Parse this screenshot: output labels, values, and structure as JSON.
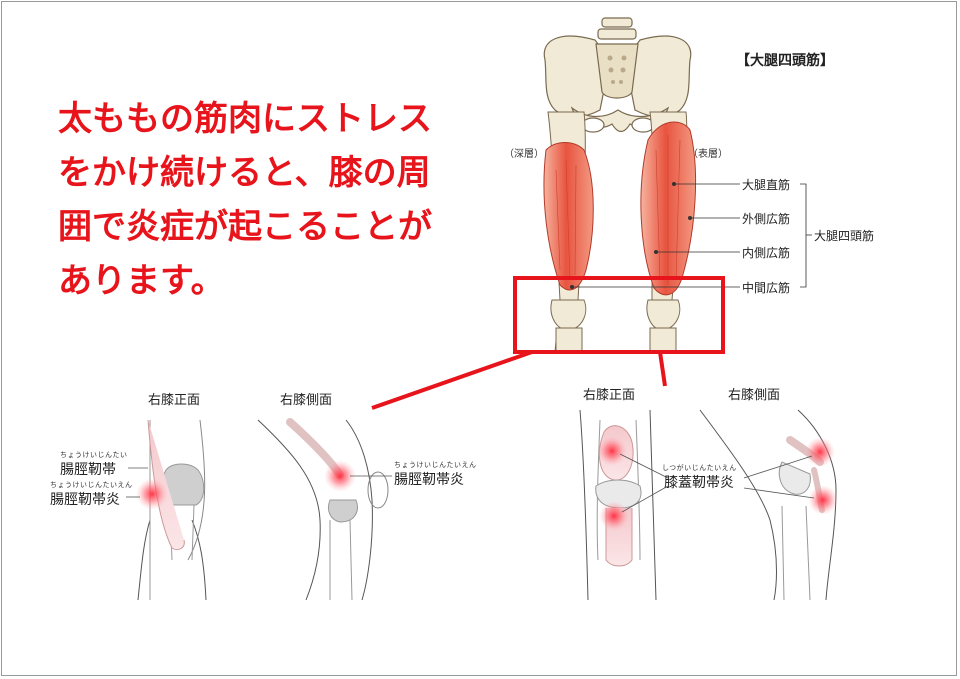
{
  "headline": {
    "lines": [
      "太ももの筋肉にストレス",
      "をかけ続けると、膝の周",
      "囲で炎症が起こることが",
      "あります。"
    ]
  },
  "muscle_diagram": {
    "title": "【大腿四頭筋】",
    "deep_layer": "（深層）",
    "surface_layer": "（表層）",
    "muscles": [
      "大腿直筋",
      "外側広筋",
      "内側広筋",
      "中間広筋"
    ],
    "group_label": "大腿四頭筋"
  },
  "left_pair": {
    "front_view": "右膝正面",
    "side_view": "右膝側面",
    "term1_ruby": "ちょうけいじんたい",
    "term1": "腸脛靭帯",
    "term2_ruby": "ちょうけいじんたいえん",
    "term2": "腸脛靭帯炎",
    "term3_ruby": "ちょうけいじんたいえん",
    "term3": "腸脛靭帯炎"
  },
  "right_pair": {
    "front_view": "右膝正面",
    "side_view": "右膝側面",
    "term_ruby": "しつがいじんたいえん",
    "term": "膝蓋靭帯炎"
  },
  "colors": {
    "headline": "#e8141b",
    "highlight_box": "#e8141b",
    "muscle": "#e8543f",
    "bone": "#f1ead6",
    "inflammation": "#ff4a5a"
  }
}
